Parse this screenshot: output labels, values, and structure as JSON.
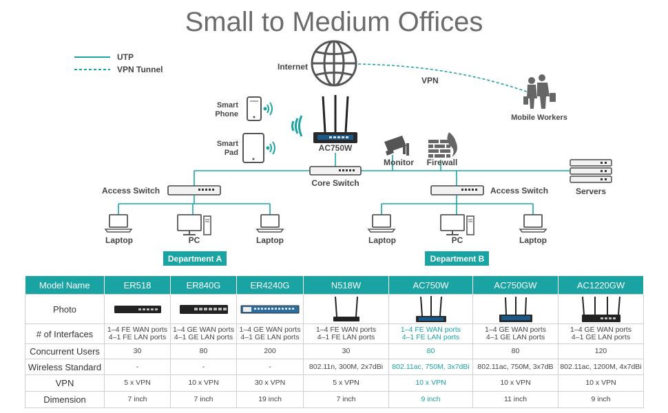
{
  "title": "Small to Medium Offices",
  "legend": {
    "utp": "UTP",
    "vpn_tunnel": "VPN Tunnel"
  },
  "colors": {
    "accent": "#1aa3a3",
    "text": "#444444",
    "title": "#6b6b6b"
  },
  "diagram": {
    "internet": "Internet",
    "vpn": "VPN",
    "mobile_workers": "Mobile Workers",
    "smart_phone": [
      "Smart",
      "Phone"
    ],
    "smart_pad": [
      "Smart",
      "Pad"
    ],
    "router": "AC750W",
    "monitor": "Monitor",
    "firewall": "Firewall",
    "core_switch": "Core Switch",
    "access_switch_left": "Access Switch",
    "access_switch_right": "Access Switch",
    "servers": "Servers",
    "dept_a": {
      "name": "Department A",
      "laptop1": "Laptop",
      "pc": "PC",
      "laptop2": "Laptop"
    },
    "dept_b": {
      "name": "Department B",
      "laptop1": "Laptop",
      "pc": "PC",
      "laptop2": "Laptop"
    }
  },
  "table": {
    "headers": [
      "Model Name",
      "ER518",
      "ER840G",
      "ER4240G",
      "N518W",
      "AC750W",
      "AC750GW",
      "AC1220GW"
    ],
    "photo_label": "Photo",
    "interfaces": {
      "label": "# of Interfaces",
      "values": [
        [
          "1–4 FE WAN ports",
          "4–1 FE LAN ports"
        ],
        [
          "1–4 GE WAN ports",
          "4–1 GE LAN ports"
        ],
        [
          "1–4 GE WAN ports",
          "4–1 GE LAN ports"
        ],
        [
          "1–4 FE WAN ports",
          "4–1 FE LAN ports"
        ],
        [
          "1–4 FE WAN ports",
          "4–1 FE LAN ports"
        ],
        [
          "1–4 GE WAN ports",
          "4–1 GE LAN ports"
        ],
        [
          "1–4 GE WAN ports",
          "4–1 GE LAN ports"
        ]
      ]
    },
    "concurrent_users": {
      "label": "Concurrent Users",
      "values": [
        "30",
        "80",
        "200",
        "30",
        "80",
        "80",
        "120"
      ]
    },
    "wireless_standard": {
      "label": "Wireless Standard",
      "values": [
        "-",
        "-",
        "-",
        "802.11n, 300M, 2x7dBi",
        "802.11ac, 750M, 3x7dBi",
        "802.11ac, 750M, 3x7dB",
        "802.11ac, 1200M, 4x7dBi"
      ]
    },
    "vpn": {
      "label": "VPN",
      "values": [
        "5 x VPN",
        "10 x VPN",
        "30 x VPN",
        "5 x VPN",
        "10 x VPN",
        "10 x VPN",
        "10 x VPN"
      ]
    },
    "dimension": {
      "label": "Dimension",
      "values": [
        "7 inch",
        "7 inch",
        "19 inch",
        "7 inch",
        "9 inch",
        "11 inch",
        "9 inch"
      ]
    }
  }
}
